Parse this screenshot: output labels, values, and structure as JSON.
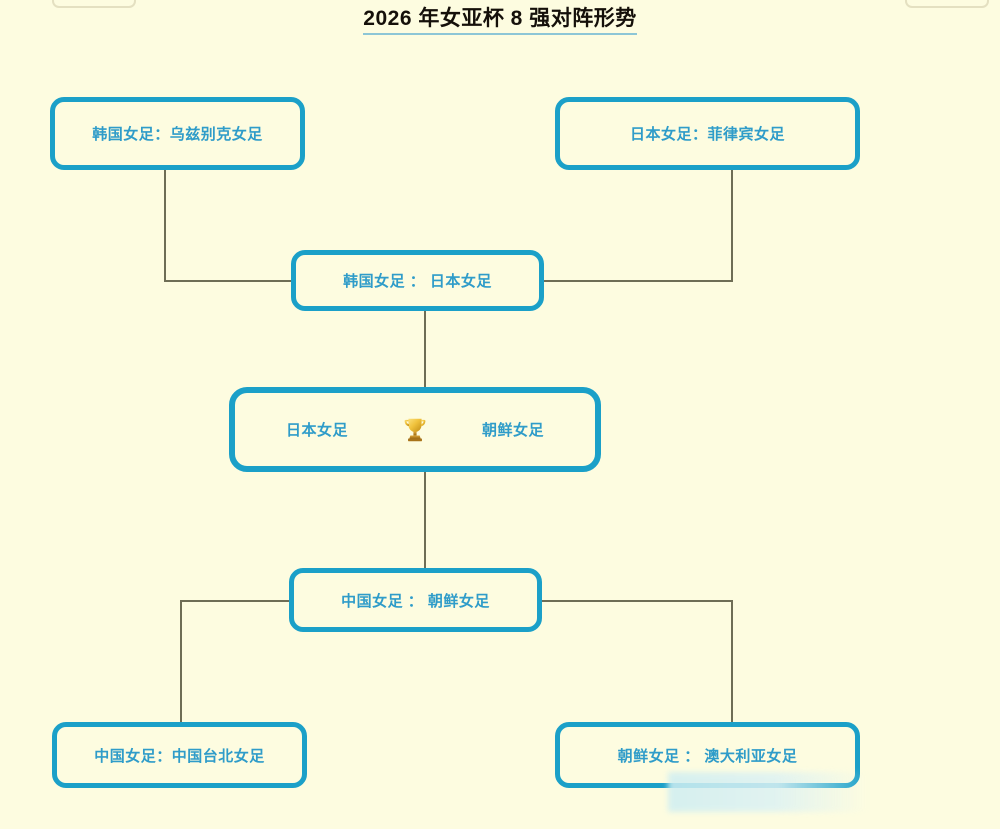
{
  "title": {
    "text": "2026 年女亚杯 8 强对阵形势"
  },
  "bracket": {
    "quarterfinals": [
      {
        "id": "qf-top-left",
        "label": "韩国女足：乌兹别克女足"
      },
      {
        "id": "qf-top-right",
        "label": "日本女足：菲律宾女足"
      },
      {
        "id": "qf-bottom-left",
        "label": "中国女足：中国台北女足"
      },
      {
        "id": "qf-bottom-right",
        "label": "朝鲜女足 ： 澳大利亚女足"
      }
    ],
    "semifinals": [
      {
        "id": "sf-top",
        "label": "韩国女足 ： 日本女足"
      },
      {
        "id": "sf-bottom",
        "label": "中国女足 ： 朝鲜女足"
      }
    ],
    "final": {
      "id": "final-match",
      "left_team": "日本女足",
      "right_team": "朝鲜女足",
      "trophy_icon": "trophy-icon"
    }
  },
  "colors": {
    "background": "#fdfce0",
    "box_border": "#1ba0c8",
    "box_text": "#2f9cc9",
    "connector_line": "#6e6d55",
    "title_text": "#15100a",
    "title_underline": "#8dc6d6",
    "overlay_fade": "#cfeef2"
  }
}
